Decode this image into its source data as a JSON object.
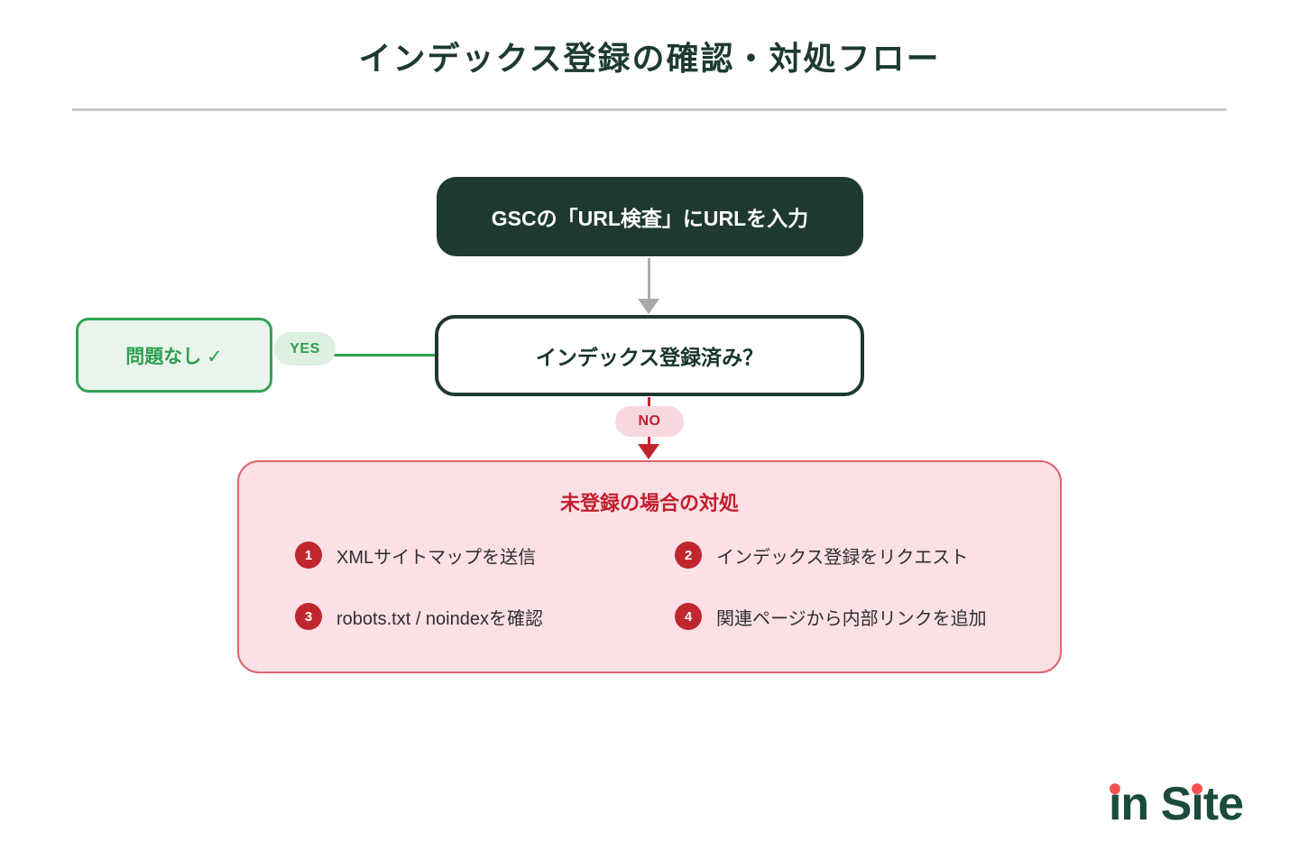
{
  "title": "インデックス登録の確認・対処フロー",
  "flow": {
    "step1": {
      "label": "GSCの「URL検査」にURLを入力"
    },
    "decision": {
      "label": "インデックス登録済み？"
    },
    "yes_branch": {
      "connector_label": "YES",
      "result_label": "問題なし ✓"
    },
    "no_branch": {
      "connector_label": "NO"
    }
  },
  "actions_box": {
    "title": "未登録の場合の対処",
    "items": [
      {
        "num": "1",
        "label": "XMLサイトマップを送信"
      },
      {
        "num": "2",
        "label": "インデックス登録をリクエスト"
      },
      {
        "num": "3",
        "label": "robots.txt / noindexを確認"
      },
      {
        "num": "4",
        "label": "関連ページから内部リンクを追加"
      }
    ]
  },
  "logo": {
    "text": "in Site"
  },
  "colors": {
    "dark_teal": "#1e3932",
    "green": "#2f9e52",
    "green_bg": "#e9f5ec",
    "red": "#c0262e",
    "pink_border": "#de6470",
    "pink_bg": "#fbe0e6",
    "gray_arrow": "#a9a9a9",
    "logo_green": "#1b4b3e",
    "logo_dot": "#f3524e"
  }
}
